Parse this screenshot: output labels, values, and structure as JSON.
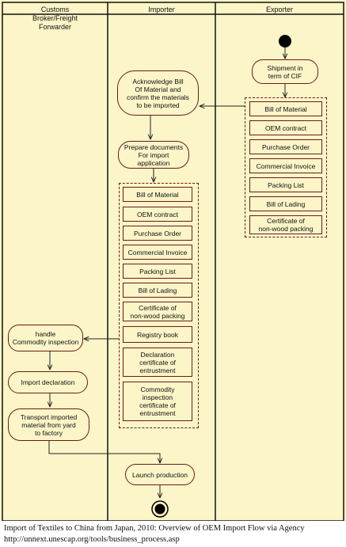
{
  "lanes": {
    "customs": "Customs\nBroker/Freight\nForwarder",
    "importer": "Importer",
    "exporter": "Exporter"
  },
  "activities": {
    "shipment": "Shipment in\nterm of CIF",
    "acknowledge": "Acknowledge Bill\nOf Material and\nconfirm the materials\nto be imported",
    "prepare": "Prepare documents\nFor import application",
    "inspection": "handle\nCommodity inspection",
    "declaration": "Import declaration",
    "transport": "Transport imported\nmaterial from yard\nto factory",
    "launch": "Launch production"
  },
  "exporter_documents": [
    "Bill of Material",
    "OEM contract",
    "Purchase Order",
    "Commercial Invoice",
    "Packing List",
    "Bill of Lading",
    "Certificate of\nnon-wood packing"
  ],
  "importer_documents": [
    "Bill of Material",
    "OEM contract",
    "Purchase Order",
    "Commercial Invoice",
    "Packing List",
    "Bill of Lading",
    "Certificate of\nnon-wood packing",
    "Registry book",
    "Declaration\ncertificate of\nentrustment",
    "Commodity\ninspection\ncertificate of\nentrustment"
  ],
  "caption": {
    "line1": "Import of Textiles to China from Japan, 2010: Overview of OEM Import Flow via Agency",
    "line2": "http://unnext.unescap.org/tools/business_process.asp"
  }
}
